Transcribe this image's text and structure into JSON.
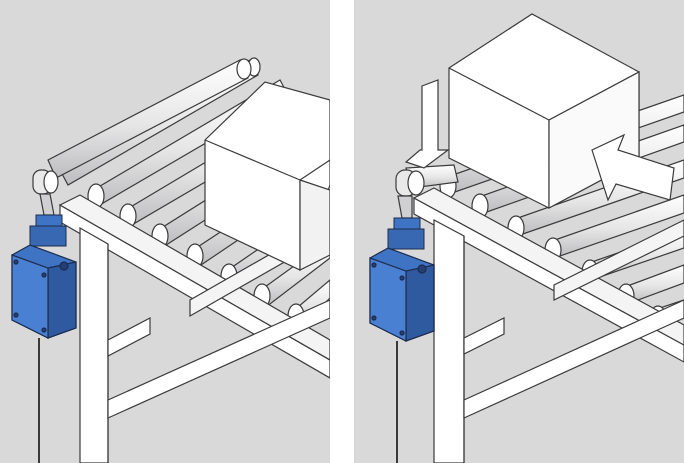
{
  "figure": {
    "panels": [
      {
        "id": "idle",
        "state": "box approaching switch"
      },
      {
        "id": "actuated",
        "state": "box pushed against switch lever"
      }
    ]
  },
  "colors": {
    "background": "#d9d9da",
    "frame_fill": "#ffffff",
    "roller_shade": "#c9c9cb",
    "outline": "#3a3a3a",
    "switch_blue": "#3f73c4",
    "switch_dark": "#233f73",
    "switch_head": "#e9e9ea"
  },
  "icons": [
    "limit-switch",
    "roller-conveyor",
    "package-box",
    "push-arrow"
  ]
}
